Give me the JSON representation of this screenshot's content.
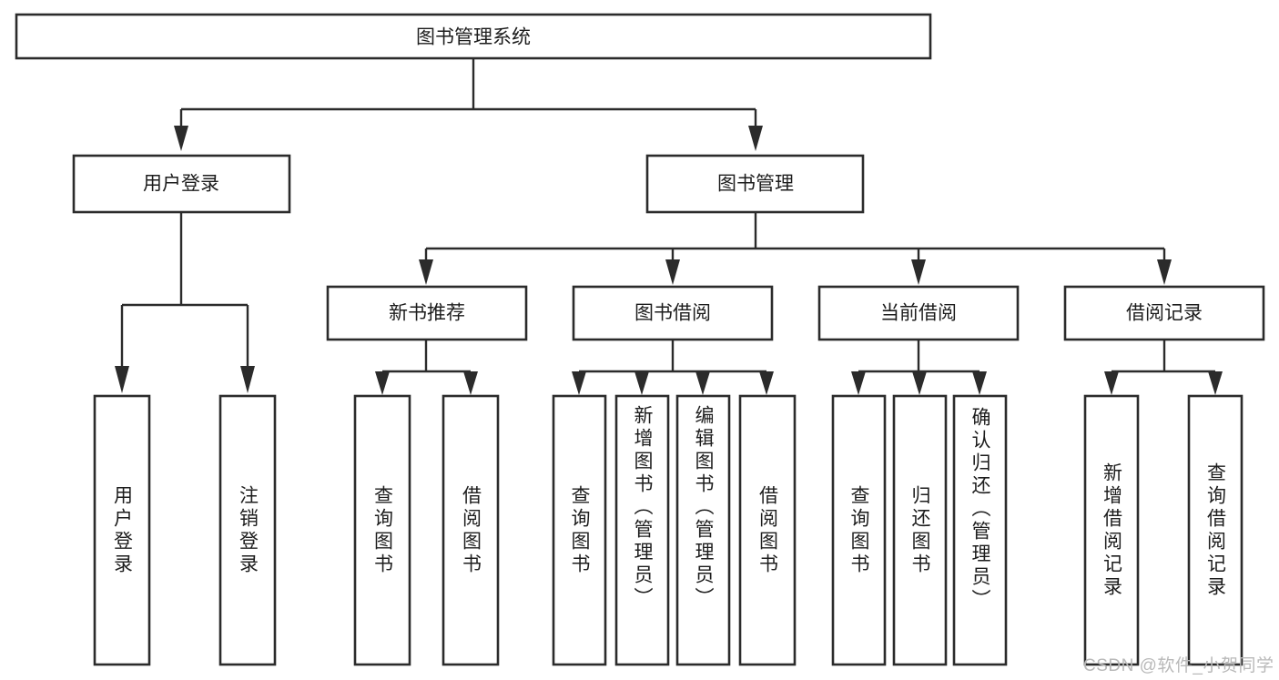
{
  "diagram": {
    "type": "tree",
    "title": "图书管理系统",
    "watermark": "CSDN @软件_小贺同学",
    "colors": {
      "stroke": "#2b2b2b",
      "box_fill": "#ffffff",
      "text": "#1d1d1d",
      "watermark": "#b9b9b9",
      "background": "#ffffff"
    },
    "levels": {
      "root": {
        "label": "图书管理系统"
      },
      "level1": [
        {
          "label": "用户登录"
        },
        {
          "label": "图书管理"
        }
      ],
      "level2": [
        {
          "label": "新书推荐"
        },
        {
          "label": "图书借阅"
        },
        {
          "label": "当前借阅"
        },
        {
          "label": "借阅记录"
        }
      ]
    },
    "nodes": {
      "root": "图书管理系统",
      "user_login": "用户登录",
      "book_manage": "图书管理",
      "new_book_rec": "新书推荐",
      "book_borrow": "图书借阅",
      "current_borrow": "当前借阅",
      "borrow_record": "借阅记录"
    },
    "leaves": {
      "user_login": [
        "用户登录",
        "注销登录"
      ],
      "new_book_rec": [
        "查询图书",
        "借阅图书"
      ],
      "book_borrow": [
        "查询图书",
        "新增图书（管理员）",
        "编辑图书（管理员）",
        "借阅图书"
      ],
      "current_borrow": [
        "查询图书",
        "归还图书",
        "确认归还（管理员）"
      ],
      "borrow_record": [
        "新增借阅记录",
        "查询借阅记录"
      ]
    }
  }
}
